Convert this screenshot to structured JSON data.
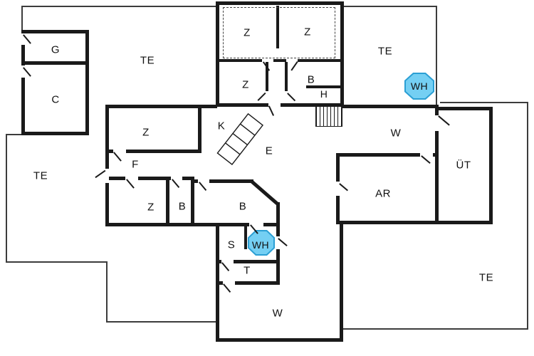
{
  "colors": {
    "wall": "#1a1a1a",
    "background": "#ffffff",
    "highlight_fill": "#74cff3",
    "highlight_stroke": "#2b9fd4"
  },
  "labels": {
    "g": "G",
    "c": "C",
    "te_top_left": "TE",
    "z_upper_left": "Z",
    "z_upper_right": "Z",
    "te_top_right": "TE",
    "wh_top": "WH",
    "z_mid": "Z",
    "b_upper": "B",
    "h": "H",
    "k": "K",
    "z_left": "Z",
    "w_upper": "W",
    "e": "E",
    "ut": "ÜT",
    "f": "F",
    "te_left": "TE",
    "ar": "AR",
    "z_lower": "Z",
    "b_small": "B",
    "b_lower": "B",
    "s": "S",
    "wh_lower": "WH",
    "t": "T",
    "te_right": "TE",
    "w_lower": "W"
  }
}
